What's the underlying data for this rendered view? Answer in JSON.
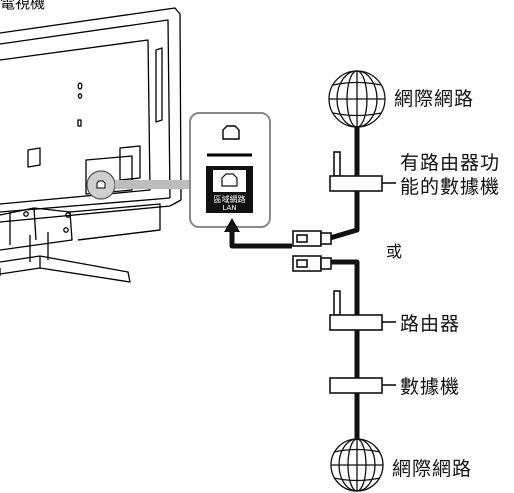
{
  "tv_label": "電視機",
  "port_panel": {
    "port_label": "區域網路",
    "port_sub": "LAN"
  },
  "nodes": {
    "internet_top": "網際網路",
    "modem_router": [
      "有路由器功",
      "能的數據機"
    ],
    "alt_label": "或",
    "router": "路由器",
    "modem": "數據機",
    "internet_bottom": "網際網路"
  },
  "icons": [
    "globe-icon",
    "router-icon",
    "modem-icon",
    "ethernet-plug-icon",
    "lan-port-icon"
  ]
}
